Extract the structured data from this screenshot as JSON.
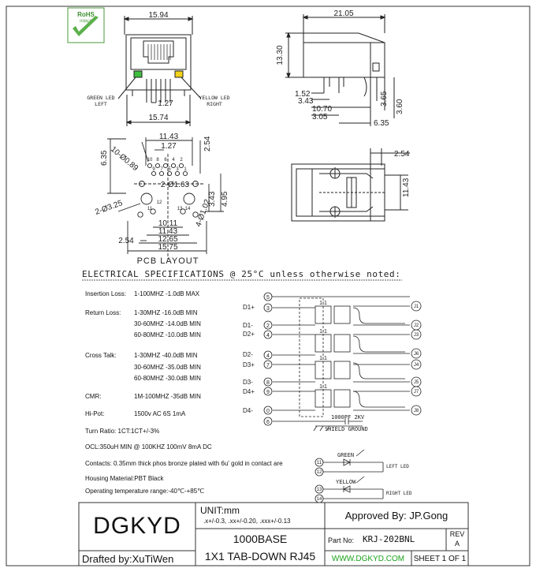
{
  "rohs": {
    "title": "RoHS",
    "sub": "环保标准"
  },
  "front_view": {
    "top_width": "15.94",
    "pitch": "1.27",
    "bottom_width": "15.74",
    "green_led_label": "GREEN LED",
    "green_led_side": "LEFT",
    "yellow_led_label": "YELLOW LED",
    "yellow_led_side": "RIGHT"
  },
  "side_view": {
    "width": "21.05",
    "height": "13.30",
    "d1": "1.52",
    "d2": "3.43",
    "d3": "10.70",
    "d4": "3.05",
    "d5": "6.35",
    "d6": "3.65",
    "d7": "3.60"
  },
  "pcb": {
    "d_11_43": "11.43",
    "d_1_27": "1.27",
    "hole_callout": "10-Ø0.89",
    "d_2_54": "2.54",
    "d_6_35": "6.35",
    "d_1_63": "2-Ø1.63",
    "pin_numbers_top": [
      "10",
      "8",
      "6",
      "4",
      "2"
    ],
    "pin_numbers_bottom": [
      "9",
      "7",
      "5",
      "3",
      "1"
    ],
    "pin_11": "11",
    "pin_12": "12",
    "pin_13": "13",
    "pin_14": "14",
    "d_3_25": "2-Ø3.25",
    "d_1_02": "4-Ø1.02",
    "d_3_43": "3.43",
    "d_4_95": "4.95",
    "d_10_11": "10.11",
    "d_11_43b": "11.43",
    "d_2_54b": "2.54",
    "d_12_65": "12.65",
    "d_15_75": "15.75",
    "caption": "PCB LAYOUT"
  },
  "top_view": {
    "d_2_54": "2.54",
    "d_11_43": "11.43"
  },
  "spec_heading": "ELECTRICAL SPECIFICATIONS @ 25°C unless otherwise noted:",
  "specs": {
    "insertion_loss_label": "Insertion Loss:",
    "insertion_loss_value": "1-100MHZ -1.0dB MAX",
    "return_loss_label": "Return Loss:",
    "return_loss_1": "1-30MHZ   -16.0dB MIN",
    "return_loss_2": "30-60MHZ  -14.0dB MIN",
    "return_loss_3": "60-80MHZ  -10.0dB MIN",
    "cross_talk_label": "Cross Talk:",
    "cross_talk_1": "1-30MHZ   -40.0dB MIN",
    "cross_talk_2": "30-60MHZ  -35.0dB MIN",
    "cross_talk_3": "60-80MHZ  -30.0dB MIN",
    "cmr_label": "CMR:",
    "cmr_value": "1M-100MHZ  -35dB MIN",
    "hipot_label": "Hi-Pot:",
    "hipot_value": "1500v AC 6S 1mA",
    "turn_ratio": "Turn Ratio: 1CT:1CT+/-3%",
    "ocl": "OCL:350uH MIN @ 100KHZ 100mV 8mA DC",
    "contacts": "Contacts: 0.35mm thick phos bronze plated with 6u' gold in contact are",
    "housing": "Housing Material:PBT Black",
    "temp": "Operating temperature range:-40℃-+85℃"
  },
  "schematic": {
    "left_pins": [
      {
        "label": "D1+",
        "num": "3"
      },
      {
        "label": "D1-",
        "num": "2"
      },
      {
        "label": "D2+",
        "num": "4"
      },
      {
        "label": "D2-",
        "num": "4"
      },
      {
        "label": "D3+",
        "num": "7"
      },
      {
        "label": "D3-",
        "num": "8"
      },
      {
        "label": "D4+",
        "num": "9"
      },
      {
        "label": "D4-",
        "num": "0"
      }
    ],
    "right_pins": [
      "J1",
      "J2",
      "J3",
      "J6",
      "J4",
      "J5",
      "J7",
      "J8"
    ],
    "ratio": "1:1",
    "pin5": "5",
    "pin6": "6",
    "cap_label": "1000PF 2KV",
    "ground_label": "SHIELD GROUND",
    "green_label": "GREEN",
    "green_desc": "LEFT LED",
    "green_pins": [
      "11",
      "12"
    ],
    "yellow_label": "YELLOW",
    "yellow_desc": "RIGHT LED",
    "yellow_pins": [
      "13",
      "14"
    ]
  },
  "title_block": {
    "company": "DGKYD",
    "unit": "UNIT:mm",
    "tolerance": ".x+/-0.3, .xx+/-0.20, .xxx+/-0.13",
    "approved": "Approved By: JP.Gong",
    "drafted": "Drafted by:XuTiWen",
    "desc1": "1000BASE",
    "desc2": "1X1 TAB-DOWN RJ45",
    "part_label": "Part No:",
    "part_no": "KRJ-202BNL",
    "rev_label": "REV",
    "rev_value": "A",
    "website": "WWW.DGKYD.COM",
    "sheet": "SHEET 1 OF 1"
  }
}
